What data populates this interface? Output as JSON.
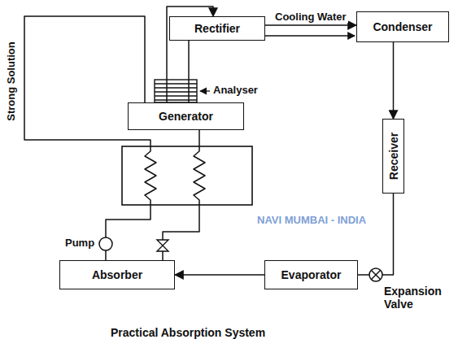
{
  "diagram": {
    "caption": "Practical Absorption System",
    "nodes": [
      {
        "text": [
          "Rectifier"
        ]
      },
      {
        "text": [
          "Condenser"
        ]
      },
      {
        "text": [
          "Generator"
        ]
      },
      {
        "text": [
          "Receiver"
        ]
      },
      {
        "text": [
          "Absorber"
        ]
      },
      {
        "text": [
          "Evaporator"
        ]
      }
    ],
    "edges": [
      {
        "from": 2,
        "to": 0,
        "arrow": "to"
      },
      {
        "from": 0,
        "to": 2,
        "arrow": "none"
      },
      {
        "from": 0,
        "to": 1,
        "label": "Cooling Water",
        "arrow": "to"
      },
      {
        "from": 1,
        "to": 3,
        "arrow": "to"
      },
      {
        "from": 3,
        "to": 5,
        "arrow": "none"
      },
      {
        "from": 5,
        "to": 4,
        "arrow": "to"
      },
      {
        "from": 4,
        "to": 2,
        "arrow": "none"
      },
      {
        "from": 2,
        "to": 4,
        "arrow": "none"
      }
    ],
    "labels": [
      "Strong Solution",
      "Analyser",
      "Pump",
      "Expansion Valve",
      "NAVI MUMBAI - INDIA"
    ]
  }
}
